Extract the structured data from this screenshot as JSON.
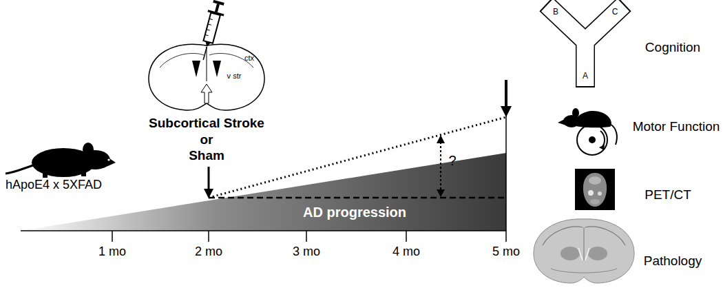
{
  "diagram": {
    "nodes": [
      {
        "text": [
          "AD progression"
        ]
      }
    ],
    "edges": [],
    "labels": [
      "hApoE4 x 5XFAD",
      "ctx",
      "v str",
      "Subcortical Stroke",
      "or",
      "Sham",
      "1 mo",
      "2 mo",
      "3 mo",
      "4 mo",
      "5 mo",
      "?",
      "A",
      "B",
      "C",
      "Cognition",
      "Motor Function",
      "PET/CT",
      "Pathology"
    ]
  }
}
